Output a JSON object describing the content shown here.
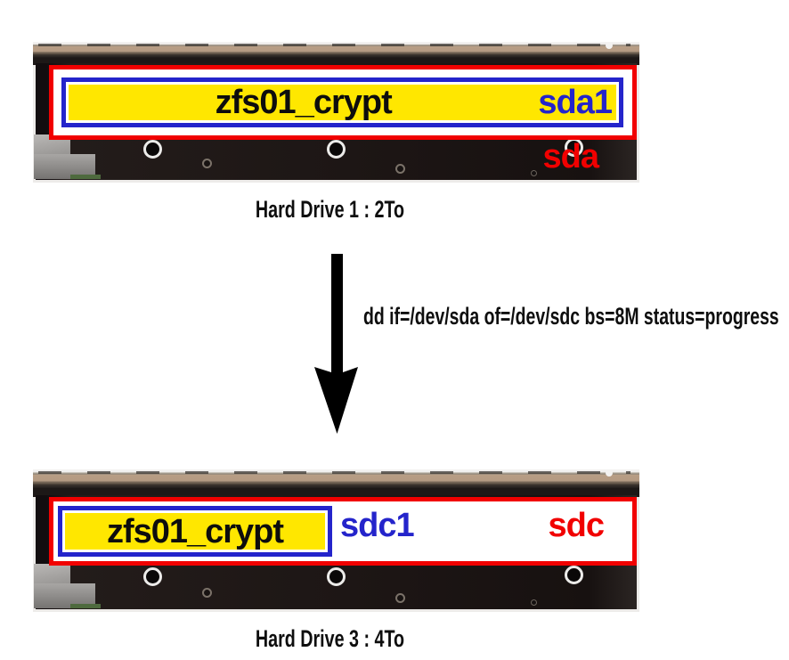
{
  "colors": {
    "red": "#f10000",
    "blue": "#2424cb",
    "yellow": "#ffe700"
  },
  "command_text": "dd if=/dev/sda of=/dev/sdc bs=8M status=progress",
  "drives": [
    {
      "caption": "Hard Drive 1 : 2To",
      "size": "2To",
      "disk_name": "sda",
      "partitions": [
        {
          "name": "sda1",
          "label": "zfs01_crypt"
        }
      ]
    },
    {
      "caption": "Hard Drive 3 : 4To",
      "size": "4To",
      "disk_name": "sdc",
      "partitions": [
        {
          "name": "sdc1",
          "label": "zfs01_crypt"
        }
      ]
    }
  ]
}
